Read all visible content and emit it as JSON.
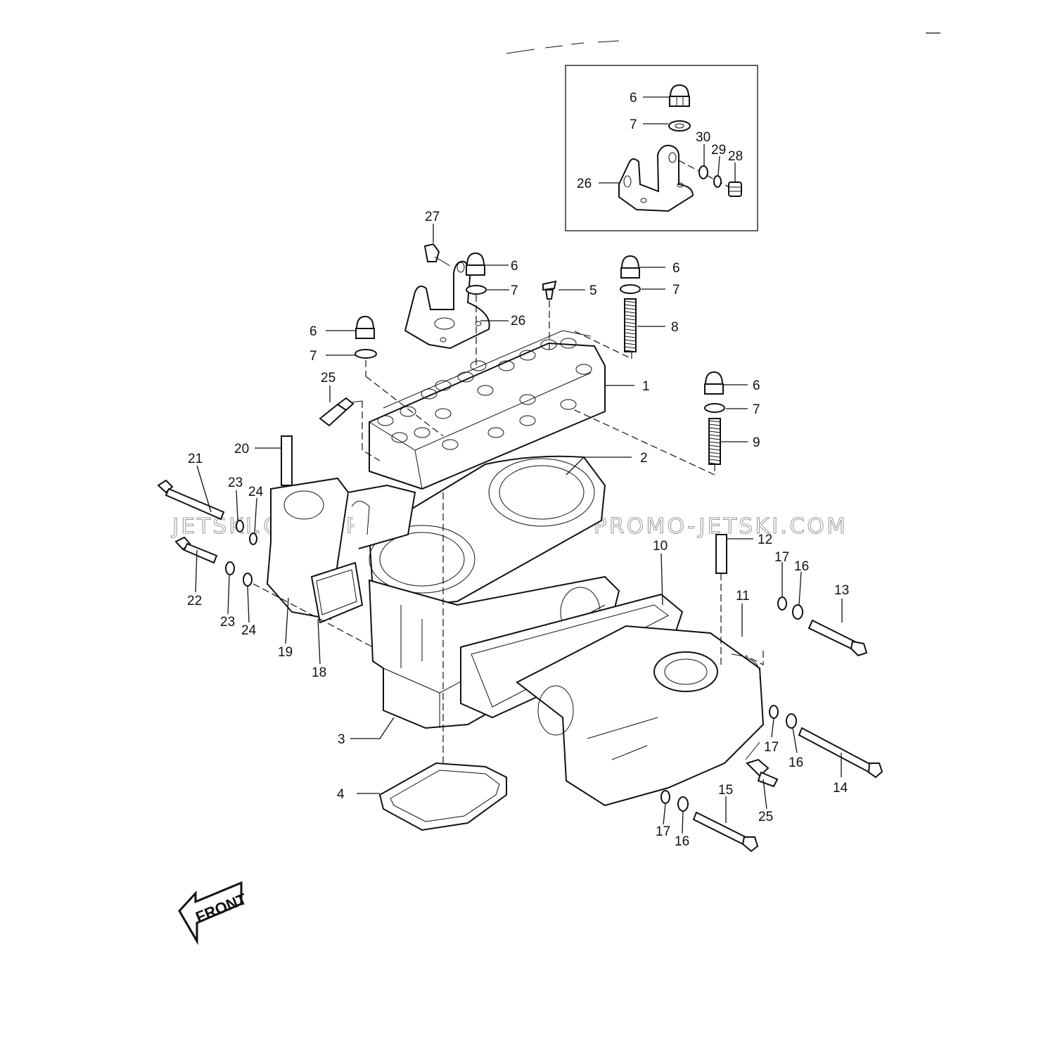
{
  "diagram": {
    "watermark": "JETSKI.COM  PROMO-JETSKI.COM  PROMO-JETSKI.COM",
    "front_label": "FRONT",
    "inset_labels": [
      {
        "id": "i6",
        "text": "6"
      },
      {
        "id": "i7",
        "text": "7"
      },
      {
        "id": "i30",
        "text": "30"
      },
      {
        "id": "i29",
        "text": "29"
      },
      {
        "id": "i28",
        "text": "28"
      },
      {
        "id": "i26",
        "text": "26"
      }
    ],
    "labels": [
      {
        "id": "l27",
        "text": "27"
      },
      {
        "id": "l6a",
        "text": "6"
      },
      {
        "id": "l7a",
        "text": "7"
      },
      {
        "id": "l26",
        "text": "26"
      },
      {
        "id": "l5",
        "text": "5"
      },
      {
        "id": "l6b",
        "text": "6"
      },
      {
        "id": "l7b",
        "text": "7"
      },
      {
        "id": "l8",
        "text": "8"
      },
      {
        "id": "l6c",
        "text": "6"
      },
      {
        "id": "l7c",
        "text": "7"
      },
      {
        "id": "l25a",
        "text": "25"
      },
      {
        "id": "l1",
        "text": "1"
      },
      {
        "id": "l6d",
        "text": "6"
      },
      {
        "id": "l7d",
        "text": "7"
      },
      {
        "id": "l9",
        "text": "9"
      },
      {
        "id": "l2",
        "text": "2"
      },
      {
        "id": "l20",
        "text": "20"
      },
      {
        "id": "l21",
        "text": "21"
      },
      {
        "id": "l23a",
        "text": "23"
      },
      {
        "id": "l24a",
        "text": "24"
      },
      {
        "id": "l22",
        "text": "22"
      },
      {
        "id": "l23b",
        "text": "23"
      },
      {
        "id": "l24b",
        "text": "24"
      },
      {
        "id": "l19",
        "text": "19"
      },
      {
        "id": "l18",
        "text": "18"
      },
      {
        "id": "l10",
        "text": "10"
      },
      {
        "id": "l12",
        "text": "12"
      },
      {
        "id": "l17a",
        "text": "17"
      },
      {
        "id": "l16a",
        "text": "16"
      },
      {
        "id": "l13",
        "text": "13"
      },
      {
        "id": "l11",
        "text": "11"
      },
      {
        "id": "l3",
        "text": "3"
      },
      {
        "id": "l4",
        "text": "4"
      },
      {
        "id": "l17b",
        "text": "17"
      },
      {
        "id": "l16b",
        "text": "16"
      },
      {
        "id": "l14",
        "text": "14"
      },
      {
        "id": "l25b",
        "text": "25"
      },
      {
        "id": "l15",
        "text": "15"
      },
      {
        "id": "l17c",
        "text": "17"
      },
      {
        "id": "l16c",
        "text": "16"
      }
    ]
  }
}
